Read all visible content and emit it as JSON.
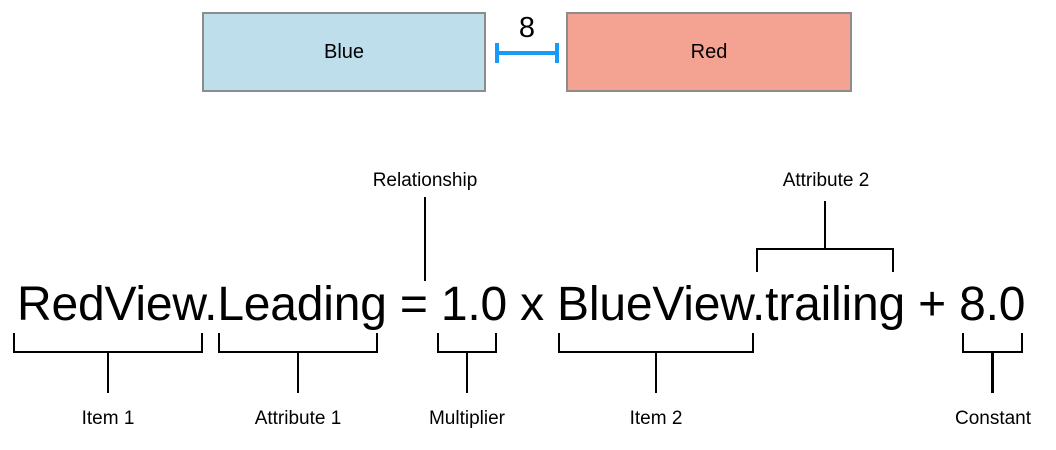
{
  "figure": {
    "boxes": {
      "blue": {
        "label": "Blue",
        "fill": "#bddeea",
        "border": "#8c8c8c"
      },
      "red": {
        "label": "Red",
        "fill": "#f4a292",
        "border": "#8c8c8c"
      }
    },
    "measurement": {
      "value": "8",
      "line_color": "#199af7"
    },
    "equation": "RedView.Leading = 1.0 x BlueView.trailing + 8.0",
    "callouts": {
      "relationship": "Relationship",
      "attribute_2": "Attribute 2",
      "item_1": "Item 1",
      "attribute_1": "Attribute 1",
      "multiplier": "Multiplier",
      "item_2": "Item 2",
      "constant": "Constant"
    }
  }
}
